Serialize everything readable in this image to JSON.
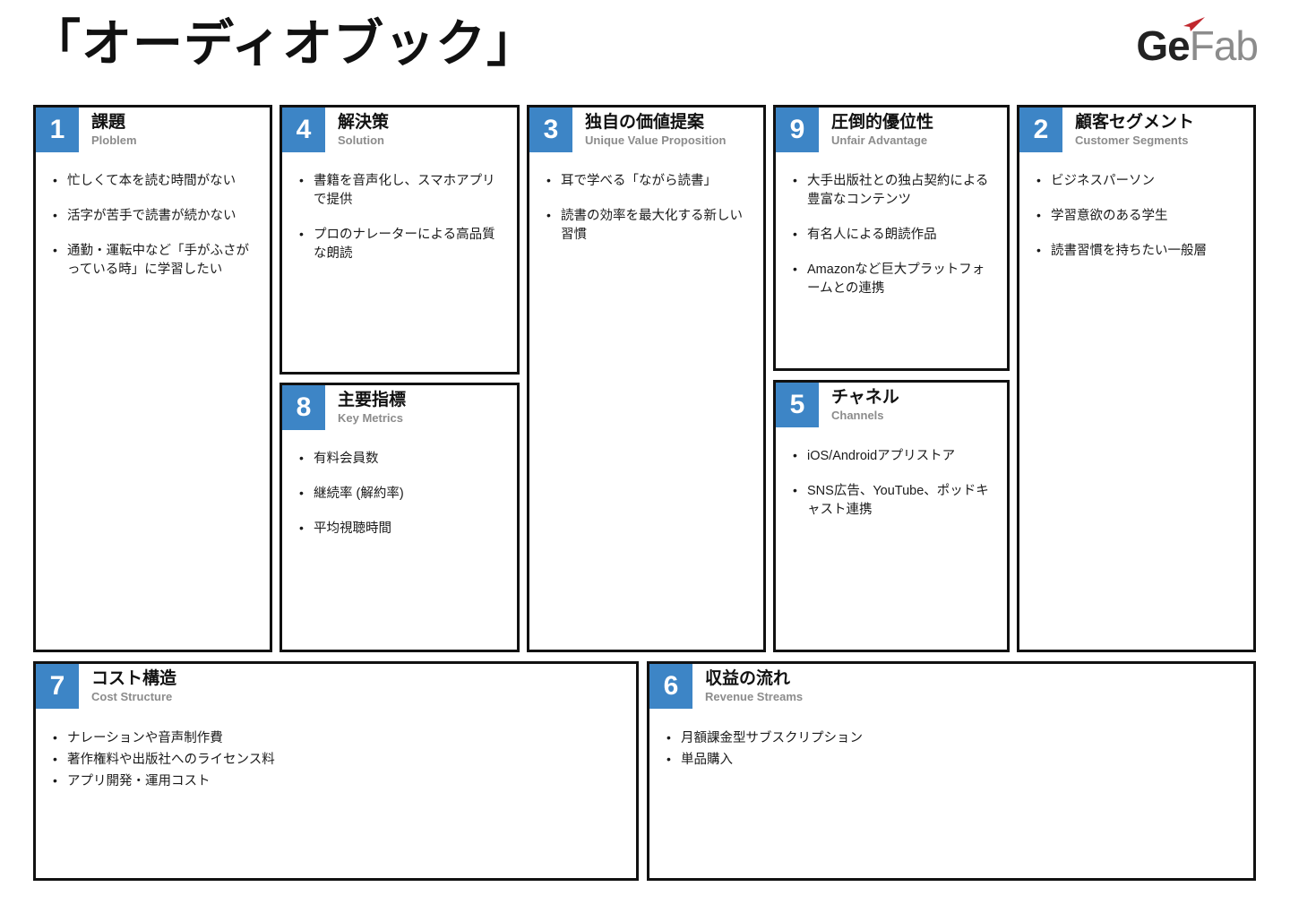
{
  "header": {
    "title": "「オーディオブック」",
    "logo": {
      "primary": "Ge",
      "secondary": "Fab",
      "accent_icon": "paper-plane-icon",
      "accent_color": "#c1272d"
    }
  },
  "theme": {
    "accent_blue": "#3d85c6",
    "border_black": "#111111",
    "subtitle_gray": "#8c8c8c",
    "text_black": "#1a1a1a",
    "background": "#ffffff"
  },
  "panels": {
    "problem": {
      "number": "1",
      "title_ja": "課題",
      "title_en": "Ploblem",
      "bullets": [
        "忙しくて本を読む時間がない",
        "活字が苦手で読書が続かない",
        "通勤・運転中など「手がふさがっている時」に学習したい"
      ]
    },
    "solution": {
      "number": "4",
      "title_ja": "解決策",
      "title_en": "Solution",
      "bullets": [
        "書籍を音声化し、スマホアプリで提供",
        "プロのナレーターによる高品質な朗読"
      ]
    },
    "key_metrics": {
      "number": "8",
      "title_ja": "主要指標",
      "title_en": "Key Metrics",
      "bullets": [
        "有料会員数",
        "継続率 (解約率)",
        "平均視聴時間"
      ]
    },
    "uvp": {
      "number": "3",
      "title_ja": "独自の価値提案",
      "title_en": "Unique Value Proposition",
      "bullets": [
        "耳で学べる「ながら読書」",
        "読書の効率を最大化する新しい習慣"
      ]
    },
    "unfair_advantage": {
      "number": "9",
      "title_ja": "圧倒的優位性",
      "title_en": "Unfair Advantage",
      "bullets": [
        "大手出版社との独占契約による豊富なコンテンツ",
        "有名人による朗読作品",
        "Amazonなど巨大プラットフォームとの連携"
      ]
    },
    "channels": {
      "number": "5",
      "title_ja": "チャネル",
      "title_en": "Channels",
      "bullets": [
        "iOS/Androidアプリストア",
        "SNS広告、YouTube、ポッドキャスト連携"
      ]
    },
    "customer_segments": {
      "number": "2",
      "title_ja": "顧客セグメント",
      "title_en": "Customer Segments",
      "bullets": [
        "ビジネスパーソン",
        "学習意欲のある学生",
        "読書習慣を持ちたい一般層"
      ]
    },
    "cost_structure": {
      "number": "7",
      "title_ja": "コスト構造",
      "title_en": "Cost Structure",
      "bullets": [
        "ナレーションや音声制作費",
        "著作権料や出版社へのライセンス料",
        "アプリ開発・運用コスト"
      ]
    },
    "revenue_streams": {
      "number": "6",
      "title_ja": "収益の流れ",
      "title_en": "Revenue Streams",
      "bullets": [
        "月額課金型サブスクリプション",
        "単品購入"
      ]
    }
  }
}
